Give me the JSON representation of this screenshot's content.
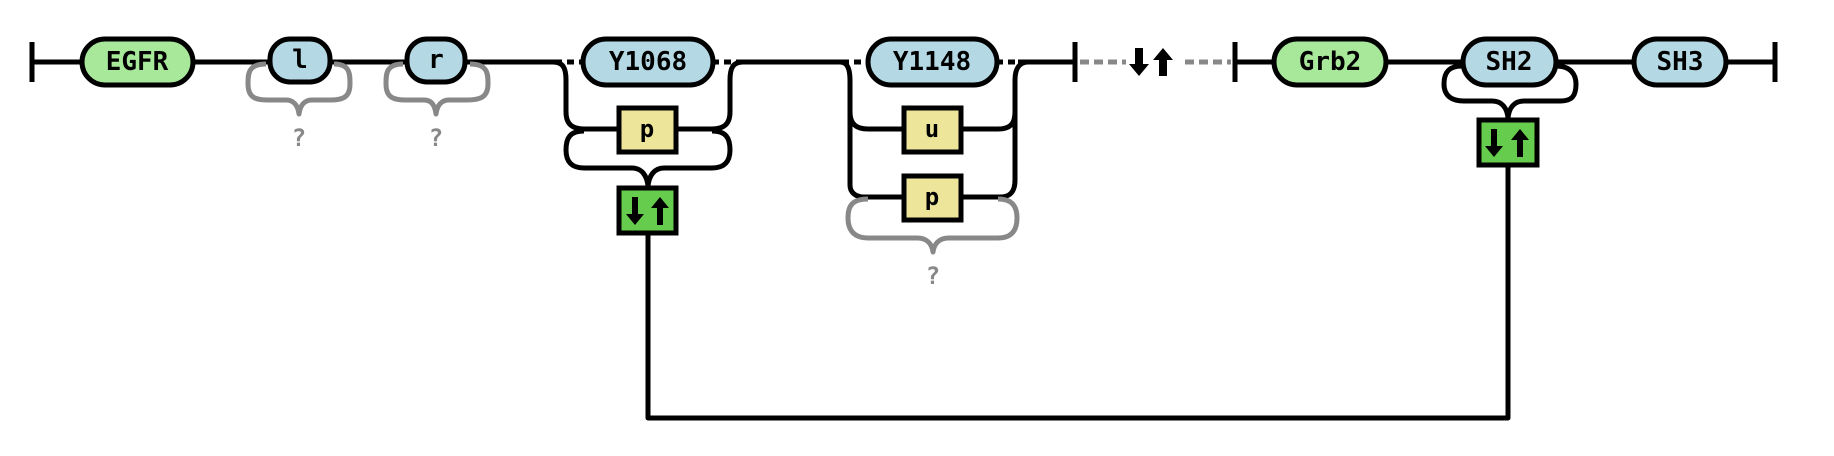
{
  "diagram": {
    "title": "EGFR - Grb2 interaction",
    "colors": {
      "agent": "#a8e89a",
      "site": "#b5d9e4",
      "state": "#ede69a",
      "bond": "#66cc4d",
      "optional": "#888888"
    },
    "agents": [
      {
        "name": "EGFR",
        "sites": [
          {
            "name": "l",
            "states": [],
            "optional": true,
            "optional_label": "?"
          },
          {
            "name": "r",
            "states": [],
            "optional": true,
            "optional_label": "?"
          },
          {
            "name": "Y1068",
            "states": [
              "p"
            ],
            "bond": "bond-1"
          },
          {
            "name": "Y1148",
            "states": [
              "u",
              "p"
            ],
            "optional": true,
            "optional_label": "?"
          }
        ]
      },
      {
        "name": "Grb2",
        "sites": [
          {
            "name": "SH2",
            "states": [],
            "bond": "bond-1"
          },
          {
            "name": "SH3",
            "states": []
          }
        ]
      }
    ],
    "bond_icon": "bind-unbind-arrows-icon",
    "bond_glyph": "⬇⬆",
    "separator_glyph": "⬇⬆",
    "labels": {
      "egfr": "EGFR",
      "l": "l",
      "r": "r",
      "y1068": "Y1068",
      "y1148": "Y1148",
      "grb2": "Grb2",
      "sh2": "SH2",
      "sh3": "SH3",
      "state_p": "p",
      "state_u": "u",
      "optional": "?"
    }
  }
}
